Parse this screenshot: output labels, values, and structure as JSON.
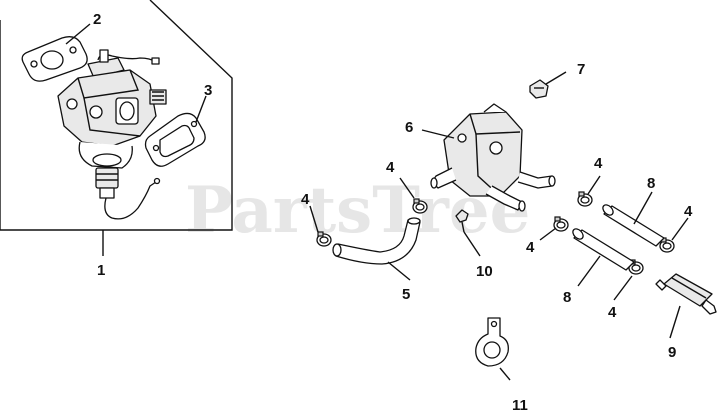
{
  "diagram": {
    "watermark": {
      "text": "PartsTree",
      "trademark": "™"
    },
    "callouts": {
      "c1": "1",
      "c2": "2",
      "c3": "3",
      "c4a": "4",
      "c4b": "4",
      "c4c": "4",
      "c4d": "4",
      "c4e": "4",
      "c4f": "4",
      "c5": "5",
      "c6": "6",
      "c7": "7",
      "c8a": "8",
      "c8b": "8",
      "c9": "9",
      "c10": "10",
      "c11": "11"
    }
  }
}
